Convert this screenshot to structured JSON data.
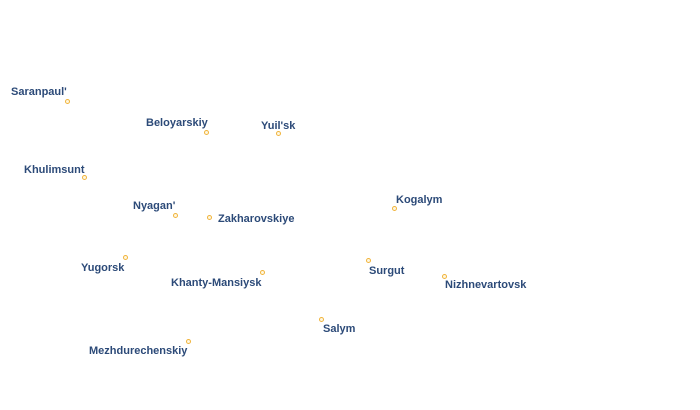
{
  "map": {
    "colors": {
      "label_text": "#2c4a78",
      "dot_stroke": "#f0b43c",
      "dot_fill": "#fff7e0",
      "background": "#ffffff"
    },
    "cities": [
      {
        "id": "saranpaul",
        "name": "Saranpaul'"
      },
      {
        "id": "beloyarskiy",
        "name": "Beloyarskiy"
      },
      {
        "id": "yuilsk",
        "name": "Yuil'sk"
      },
      {
        "id": "khulimsunt",
        "name": "Khulimsunt"
      },
      {
        "id": "kogalym",
        "name": "Kogalym"
      },
      {
        "id": "nyagan",
        "name": "Nyagan'"
      },
      {
        "id": "zakharovskiye",
        "name": "Zakharovskiye"
      },
      {
        "id": "yugorsk",
        "name": "Yugorsk"
      },
      {
        "id": "surgut",
        "name": "Surgut"
      },
      {
        "id": "khanty-mansiysk",
        "name": "Khanty-Mansiysk"
      },
      {
        "id": "nizhnevartovsk",
        "name": "Nizhnevartovsk"
      },
      {
        "id": "salym",
        "name": "Salym"
      },
      {
        "id": "mezhdurechenskiy",
        "name": "Mezhdurechenskiy"
      }
    ]
  }
}
